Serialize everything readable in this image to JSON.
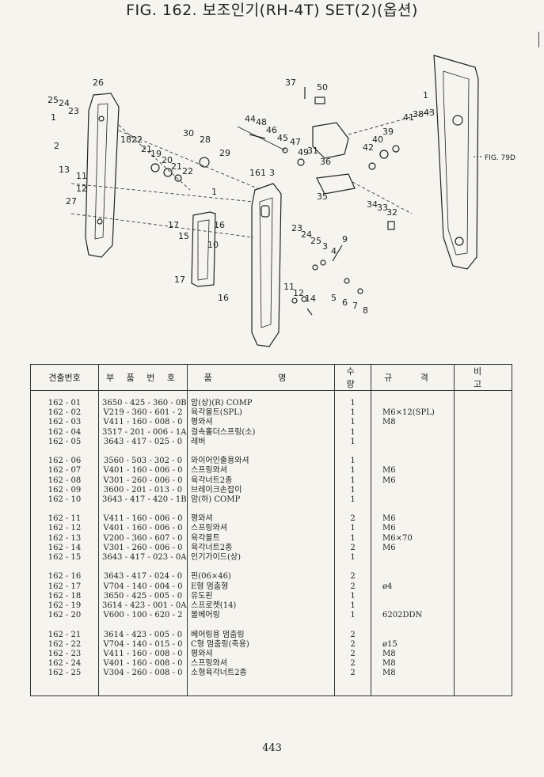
{
  "title": "FIG. 162. 보조인기(RH-4T) SET(2)(옵션)",
  "figure_ref": "FIG. 79D",
  "callouts": [
    "1",
    "2",
    "3",
    "4",
    "5",
    "6",
    "7",
    "8",
    "9",
    "10",
    "11",
    "12",
    "13",
    "14",
    "15",
    "16",
    "17",
    "18",
    "19",
    "20",
    "21",
    "22",
    "23",
    "24",
    "25",
    "26",
    "27",
    "28",
    "29",
    "30",
    "31",
    "32",
    "33",
    "34",
    "35",
    "36",
    "37",
    "38",
    "39",
    "40",
    "41",
    "42",
    "43",
    "44",
    "45",
    "46",
    "47",
    "48",
    "49",
    "50",
    "161"
  ],
  "table": {
    "headers": {
      "no": "견출번호",
      "part_no": "부 품 번 호",
      "name": "품 명",
      "qty": "수 량",
      "spec": "규 격",
      "remark": "비 고"
    },
    "rows": [
      {
        "no": "162 - 01",
        "part_no": "3650 - 425 - 360 - 0B",
        "name": "암(상)(R) COMP",
        "qty": "1",
        "spec": ""
      },
      {
        "no": "162 - 02",
        "part_no": "V219 - 360 - 601 - 2",
        "name": "육각볼트(SPL)",
        "qty": "1",
        "spec": "M6×12(SPL)"
      },
      {
        "no": "162 - 03",
        "part_no": "V411 - 160 - 008 - 0",
        "name": "평와셔",
        "qty": "1",
        "spec": "M8"
      },
      {
        "no": "162 - 04",
        "part_no": "3517 - 201 - 006 - 1A",
        "name": "걸속홀더스프링(소)",
        "qty": "1",
        "spec": ""
      },
      {
        "no": "162 - 05",
        "part_no": "3643 - 417 - 025 - 0",
        "name": "레버",
        "qty": "1",
        "spec": ""
      },
      {
        "no": "162 - 06",
        "part_no": "3560 - 503 - 302 - 0",
        "name": "와이어인출용와셔",
        "qty": "1",
        "spec": ""
      },
      {
        "no": "162 - 07",
        "part_no": "V401 - 160 - 006 - 0",
        "name": "스프링와셔",
        "qty": "1",
        "spec": "M6"
      },
      {
        "no": "162 - 08",
        "part_no": "V301 - 260 - 006 - 0",
        "name": "육각너트2종",
        "qty": "1",
        "spec": "M6"
      },
      {
        "no": "162 - 09",
        "part_no": "3600 - 201 - 013 - 0",
        "name": "브레이크손잡이",
        "qty": "1",
        "spec": ""
      },
      {
        "no": "162 - 10",
        "part_no": "3643 - 417 - 420 - 1B",
        "name": "암(하) COMP",
        "qty": "1",
        "spec": ""
      },
      {
        "no": "162 - 11",
        "part_no": "V411 - 160 - 006 - 0",
        "name": "평와셔",
        "qty": "2",
        "spec": "M6"
      },
      {
        "no": "162 - 12",
        "part_no": "V401 - 160 - 006 - 0",
        "name": "스프링와셔",
        "qty": "1",
        "spec": "M6"
      },
      {
        "no": "162 - 13",
        "part_no": "V200 - 360 - 607 - 0",
        "name": "육각볼트",
        "qty": "1",
        "spec": "M6×70"
      },
      {
        "no": "162 - 14",
        "part_no": "V301 - 260 - 006 - 0",
        "name": "육각너트2종",
        "qty": "2",
        "spec": "M6"
      },
      {
        "no": "162 - 15",
        "part_no": "3643 - 417 - 023 - 0A",
        "name": "인기가이드(상)",
        "qty": "1",
        "spec": ""
      },
      {
        "no": "162 - 16",
        "part_no": "3643 - 417 - 024 - 0",
        "name": "핀(06×46)",
        "qty": "2",
        "spec": ""
      },
      {
        "no": "162 - 17",
        "part_no": "V704 - 140 - 004 - 0",
        "name": "E형 멈춤형",
        "qty": "2",
        "spec": "ø4"
      },
      {
        "no": "162 - 18",
        "part_no": "3650 - 425 - 005 - 0",
        "name": "유도핀",
        "qty": "1",
        "spec": ""
      },
      {
        "no": "162 - 19",
        "part_no": "3614 - 423 - 001 - 0A",
        "name": "스프로켓(14)",
        "qty": "1",
        "spec": ""
      },
      {
        "no": "162 - 20",
        "part_no": "V600 - 100 - 620 - 2",
        "name": "볼베어링",
        "qty": "1",
        "spec": "6202DDN"
      },
      {
        "no": "162 - 21",
        "part_no": "3614 - 423 - 005 - 0",
        "name": "베어링용 멈춤링",
        "qty": "2",
        "spec": ""
      },
      {
        "no": "162 - 22",
        "part_no": "V704 - 140 - 015 - 0",
        "name": "C형 멈춤링(축용)",
        "qty": "2",
        "spec": "ø15"
      },
      {
        "no": "162 - 23",
        "part_no": "V411 - 160 - 008 - 0",
        "name": "평와셔",
        "qty": "2",
        "spec": "M8"
      },
      {
        "no": "162 - 24",
        "part_no": "V401 - 160 - 008 - 0",
        "name": "스프링와셔",
        "qty": "2",
        "spec": "M8"
      },
      {
        "no": "162 - 25",
        "part_no": "V304 - 260 - 008 - 0",
        "name": "소형육각너트2종",
        "qty": "2",
        "spec": "M8"
      }
    ]
  },
  "page_number": "443"
}
